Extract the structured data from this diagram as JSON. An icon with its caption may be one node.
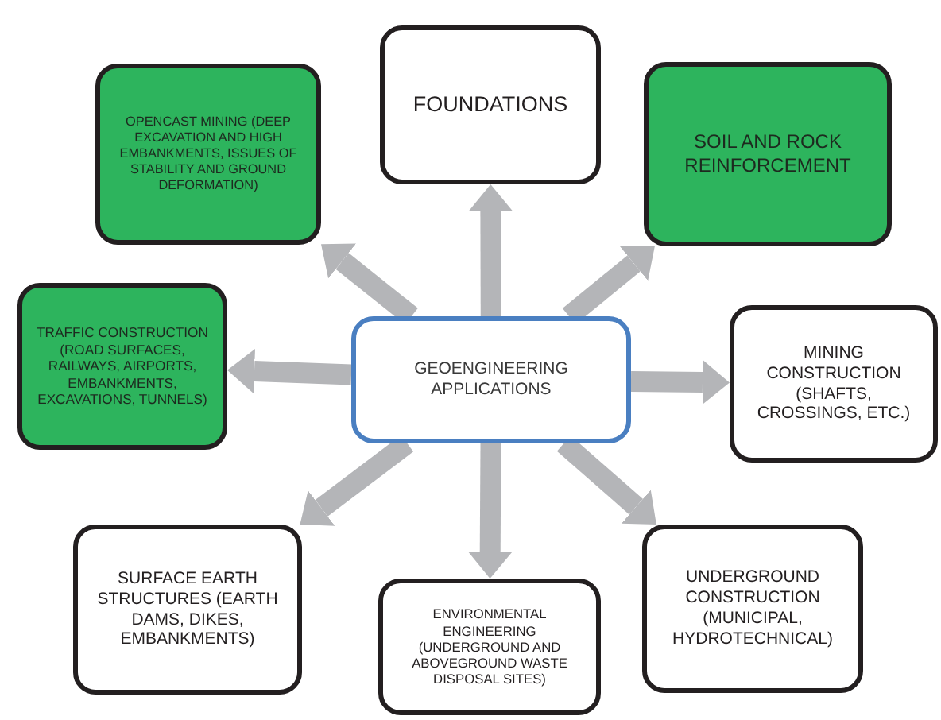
{
  "diagram": {
    "nodes": [
      {
        "text": [
          "OPENCAST MINING (DEEP EXCAVATION AND HIGH EMBANKMENTS, ISSUES OF STABILITY AND GROUND DEFORMATION)"
        ]
      },
      {
        "text": [
          "FOUNDATIONS"
        ]
      },
      {
        "text": [
          "SOIL AND ROCK REINFORCEMENT"
        ]
      },
      {
        "text": [
          "TRAFFIC CONSTRUCTION (ROAD SURFACES, RAILWAYS, AIRPORTS, EMBANKMENTS, EXCAVATIONS, TUNNELS)"
        ]
      },
      {
        "text": [
          "GEOENGINEERING APPLICATIONS"
        ]
      },
      {
        "text": [
          "MINING CONSTRUCTION (SHAFTS, CROSSINGS, ETC.)"
        ]
      },
      {
        "text": [
          "SURFACE EARTH STRUCTURES (EARTH DAMS, DIKES, EMBANKMENTS)"
        ]
      },
      {
        "text": [
          "ENVIRONMENTAL ENGINEERING (UNDERGROUND AND ABOVEGROUND WASTE DISPOSAL SITES)"
        ]
      },
      {
        "text": [
          "UNDERGROUND CONSTRUCTION (MUNICIPAL, HYDROTECHNICAL)"
        ]
      }
    ],
    "edges": [
      {
        "from": 4,
        "to": 0,
        "arrow": "to"
      },
      {
        "from": 4,
        "to": 1,
        "arrow": "to"
      },
      {
        "from": 4,
        "to": 2,
        "arrow": "to"
      },
      {
        "from": 4,
        "to": 3,
        "arrow": "to"
      },
      {
        "from": 4,
        "to": 5,
        "arrow": "to"
      },
      {
        "from": 4,
        "to": 6,
        "arrow": "to"
      },
      {
        "from": 4,
        "to": 7,
        "arrow": "to"
      },
      {
        "from": 4,
        "to": 8,
        "arrow": "to"
      }
    ]
  }
}
